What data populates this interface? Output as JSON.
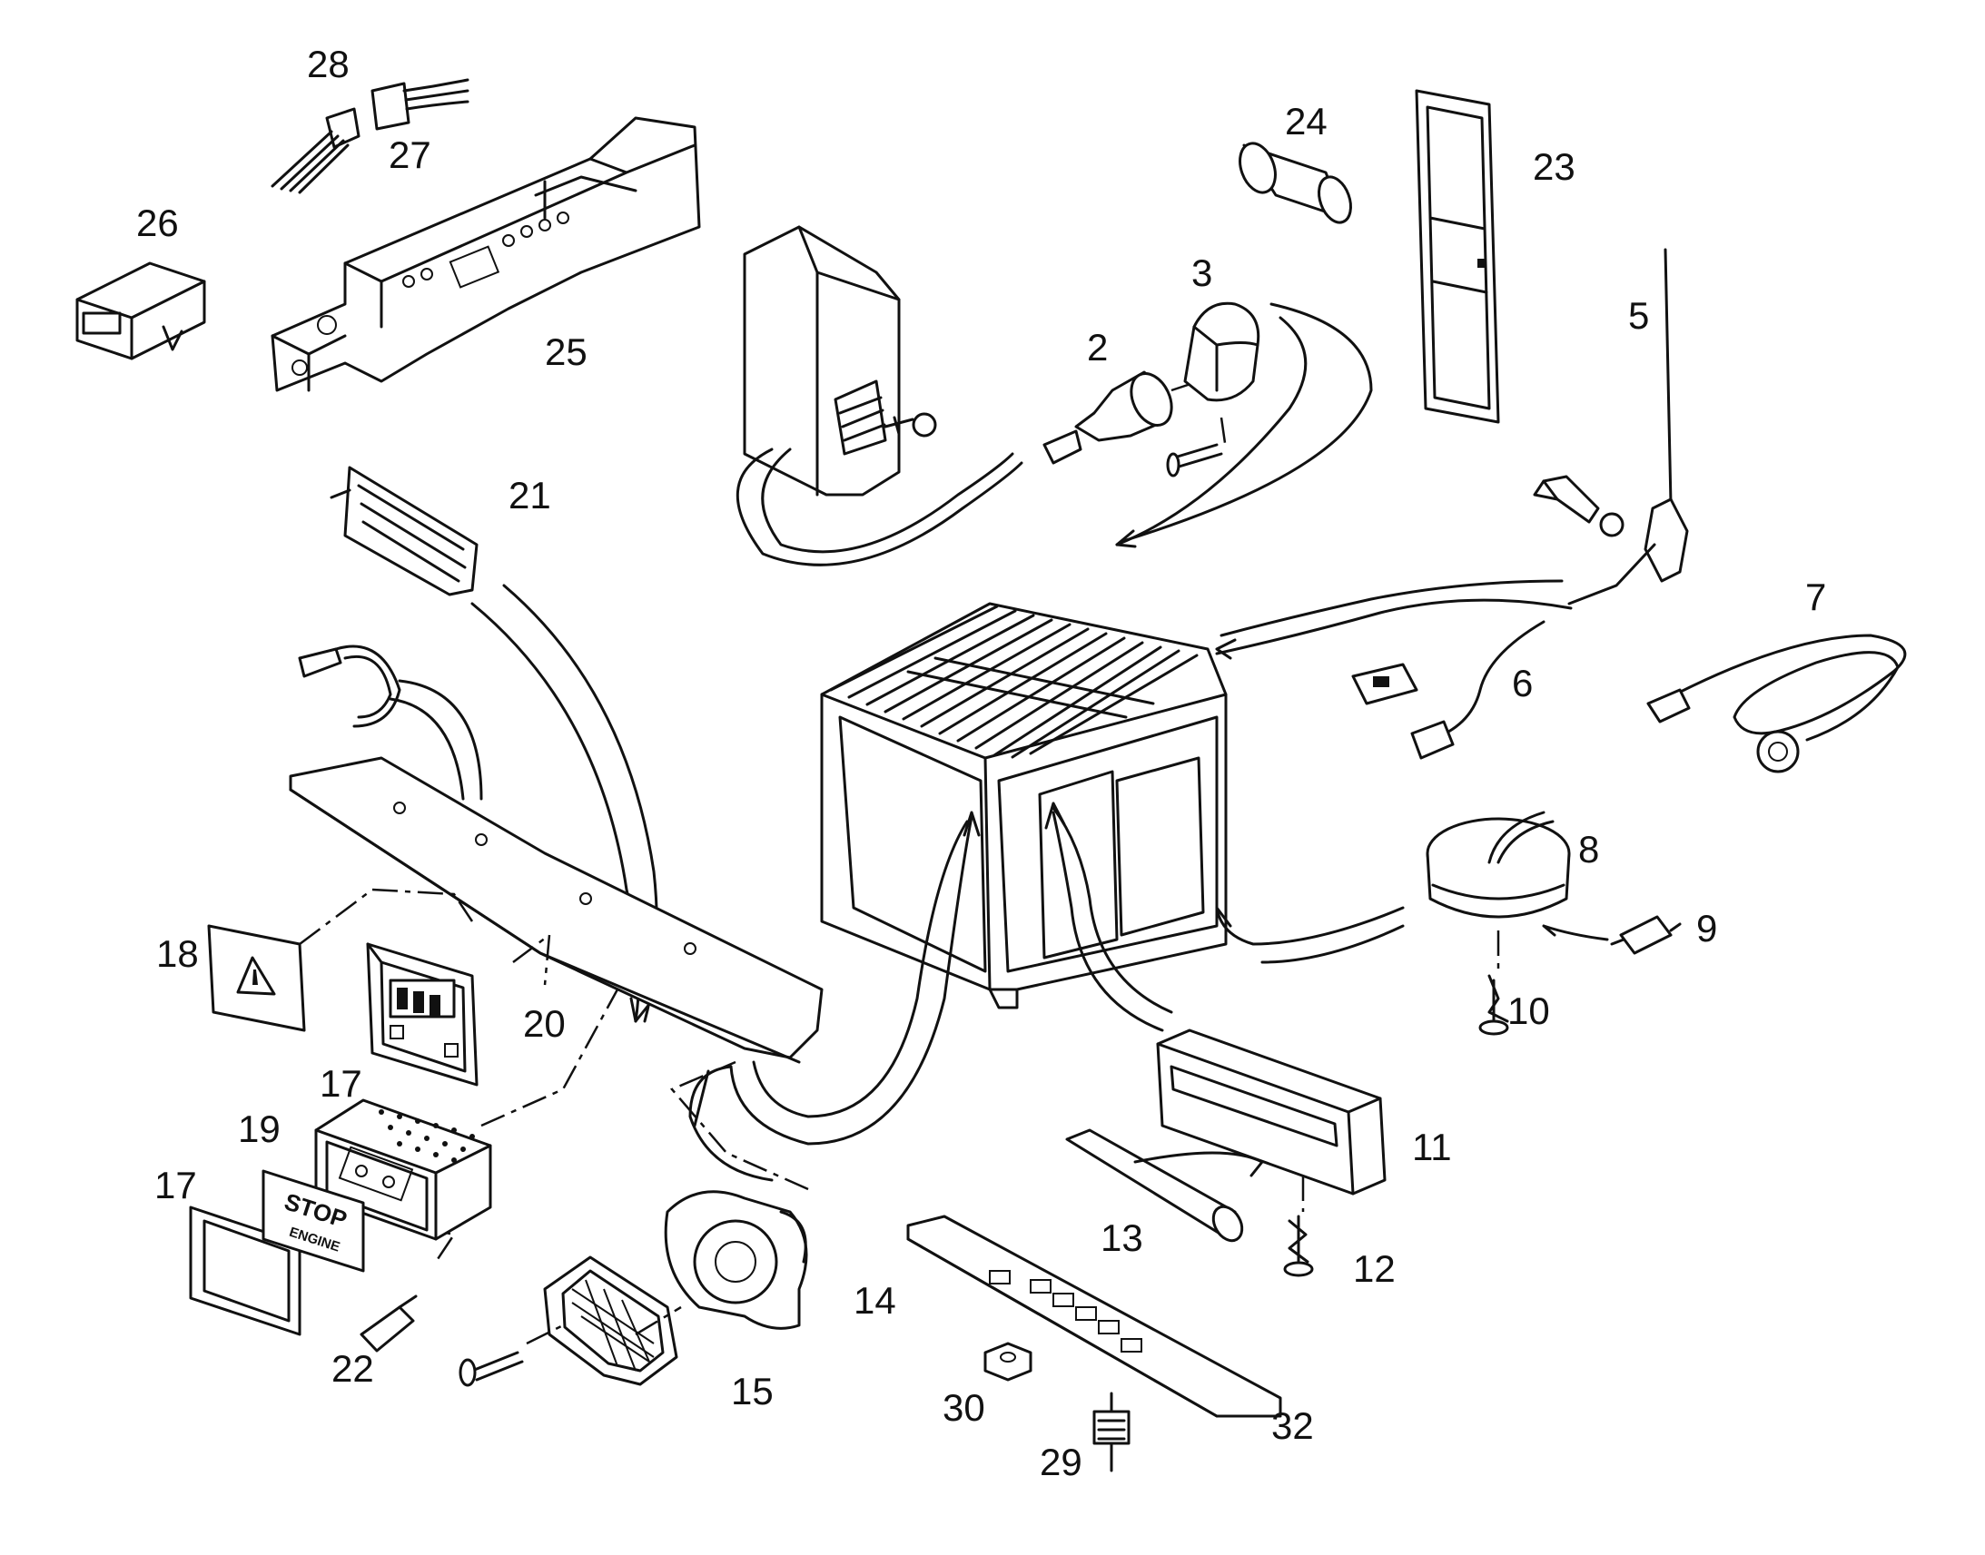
{
  "diagram": {
    "stop_sign_line1": "STOP",
    "stop_sign_line2": "ENGINE",
    "callouts": [
      {
        "id": "l28",
        "text": "28"
      },
      {
        "id": "l27",
        "text": "27"
      },
      {
        "id": "l26",
        "text": "26"
      },
      {
        "id": "l25",
        "text": "25"
      },
      {
        "id": "l24",
        "text": "24"
      },
      {
        "id": "l23",
        "text": "23"
      },
      {
        "id": "l3",
        "text": "3"
      },
      {
        "id": "l2",
        "text": "2"
      },
      {
        "id": "l5",
        "text": "5"
      },
      {
        "id": "l21",
        "text": "21"
      },
      {
        "id": "l7",
        "text": "7"
      },
      {
        "id": "l6",
        "text": "6"
      },
      {
        "id": "l8",
        "text": "8"
      },
      {
        "id": "l9",
        "text": "9"
      },
      {
        "id": "l10",
        "text": "10"
      },
      {
        "id": "l18",
        "text": "18"
      },
      {
        "id": "l20",
        "text": "20"
      },
      {
        "id": "l17a",
        "text": "17"
      },
      {
        "id": "l19",
        "text": "19"
      },
      {
        "id": "l17b",
        "text": "17"
      },
      {
        "id": "l11",
        "text": "11"
      },
      {
        "id": "l13",
        "text": "13"
      },
      {
        "id": "l12",
        "text": "12"
      },
      {
        "id": "l14",
        "text": "14"
      },
      {
        "id": "l22",
        "text": "22"
      },
      {
        "id": "l15",
        "text": "15"
      },
      {
        "id": "l30",
        "text": "30"
      },
      {
        "id": "l32",
        "text": "32"
      },
      {
        "id": "l29",
        "text": "29"
      }
    ]
  }
}
